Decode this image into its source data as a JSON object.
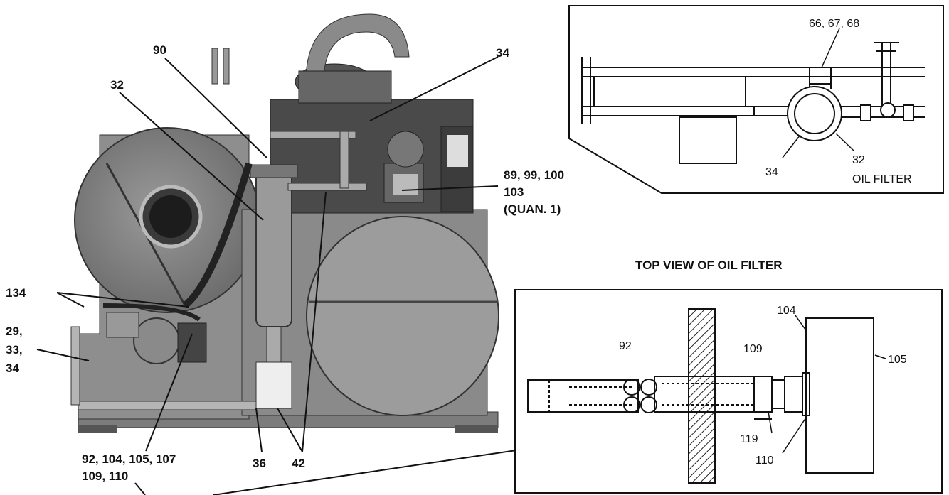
{
  "photo_callouts": {
    "c90": "90",
    "c32": "32",
    "c34": "34",
    "c89a": "89, 99, 100",
    "c89b": "103",
    "c89c": "(QUAN. 1)",
    "c134": "134",
    "c29a": "29,",
    "c29b": "33,",
    "c29c": "34",
    "c92a": "92, 104, 105, 107",
    "c92b": "109, 110",
    "c36": "36",
    "c42": "42"
  },
  "top_view": {
    "title": "TOP VIEW OF OIL FILTER",
    "c66": "66, 67, 68",
    "c34": "34",
    "c32": "32",
    "oil_filter": "OIL FILTER"
  },
  "detail_view": {
    "c104": "104",
    "c92": "92",
    "c109": "109",
    "c105": "105",
    "c119": "119",
    "c110": "110"
  }
}
